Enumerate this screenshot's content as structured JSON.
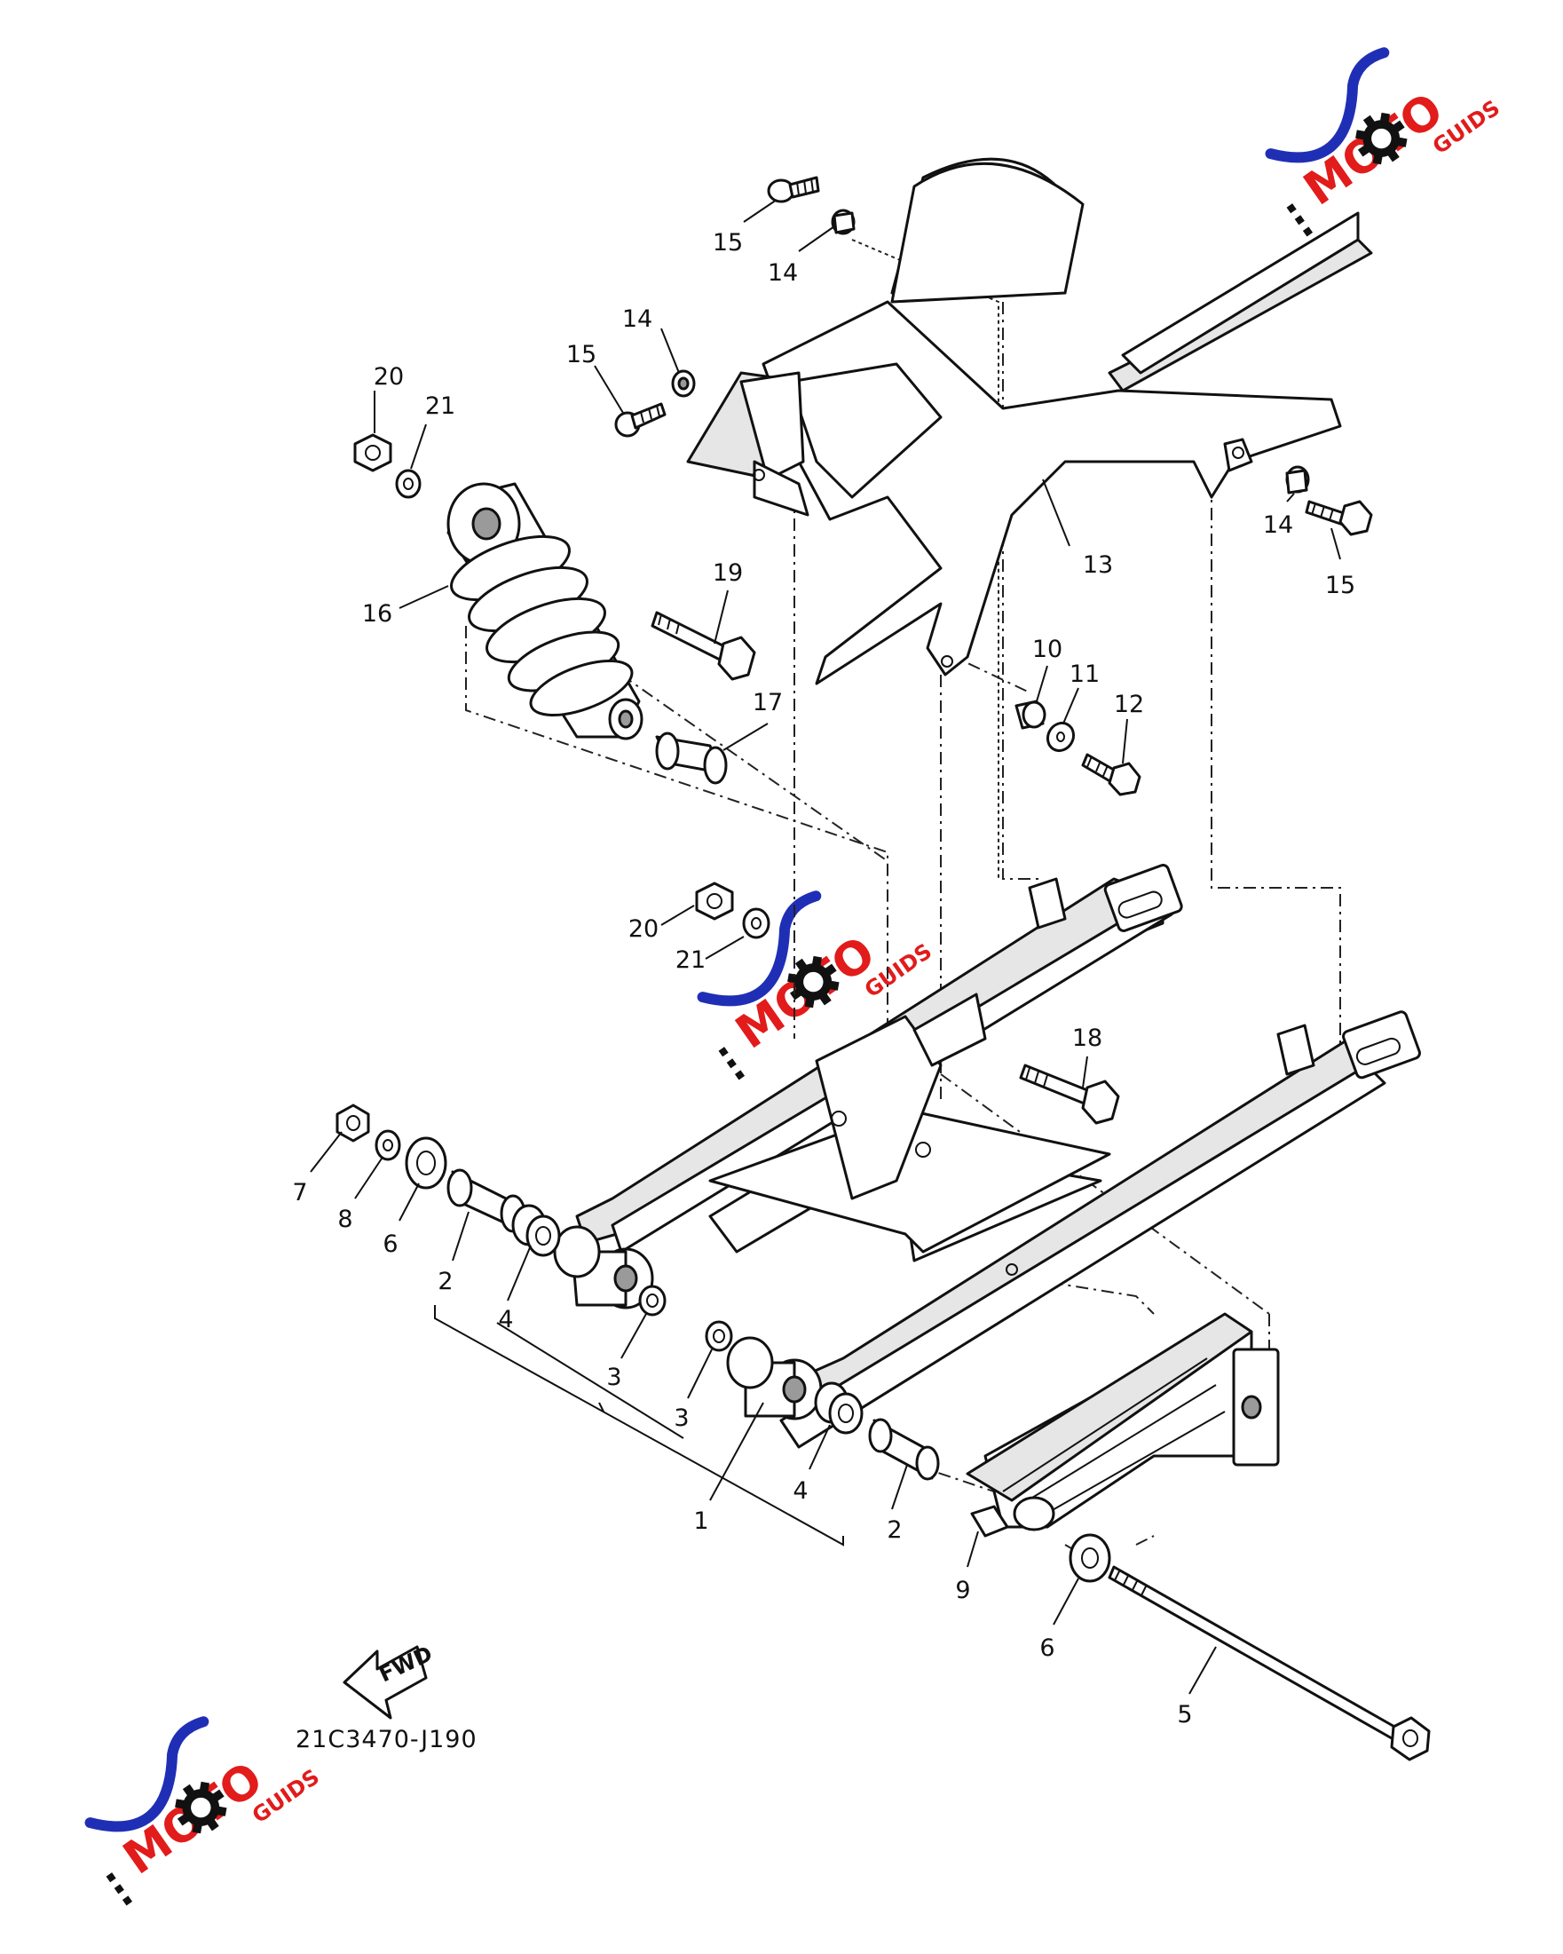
{
  "diagram": {
    "code": "21C3470-J190",
    "fwd_label": "FWD",
    "brand_logo": {
      "text_main": "MOTO",
      "text_sub": "GUIDS",
      "colors": {
        "swoosh": "#1f2fb5",
        "text": "#e21b1b",
        "gear": "#111111"
      }
    },
    "callouts": [
      {
        "id": "c15a",
        "label": "15"
      },
      {
        "id": "c14a",
        "label": "14"
      },
      {
        "id": "c14b",
        "label": "14"
      },
      {
        "id": "c15b",
        "label": "15"
      },
      {
        "id": "c20a",
        "label": "20"
      },
      {
        "id": "c21a",
        "label": "21"
      },
      {
        "id": "c16",
        "label": "16"
      },
      {
        "id": "c19",
        "label": "19"
      },
      {
        "id": "c13",
        "label": "13"
      },
      {
        "id": "c14c",
        "label": "14"
      },
      {
        "id": "c15c",
        "label": "15"
      },
      {
        "id": "c10",
        "label": "10"
      },
      {
        "id": "c11",
        "label": "11"
      },
      {
        "id": "c12",
        "label": "12"
      },
      {
        "id": "c17",
        "label": "17"
      },
      {
        "id": "c20b",
        "label": "20"
      },
      {
        "id": "c21b",
        "label": "21"
      },
      {
        "id": "c18",
        "label": "18"
      },
      {
        "id": "c7",
        "label": "7"
      },
      {
        "id": "c8",
        "label": "8"
      },
      {
        "id": "c6a",
        "label": "6"
      },
      {
        "id": "c2a",
        "label": "2"
      },
      {
        "id": "c4a",
        "label": "4"
      },
      {
        "id": "c3a",
        "label": "3"
      },
      {
        "id": "c3b",
        "label": "3"
      },
      {
        "id": "c1",
        "label": "1"
      },
      {
        "id": "c4b",
        "label": "4"
      },
      {
        "id": "c2b",
        "label": "2"
      },
      {
        "id": "c9",
        "label": "9"
      },
      {
        "id": "c6b",
        "label": "6"
      },
      {
        "id": "c5",
        "label": "5"
      }
    ]
  }
}
